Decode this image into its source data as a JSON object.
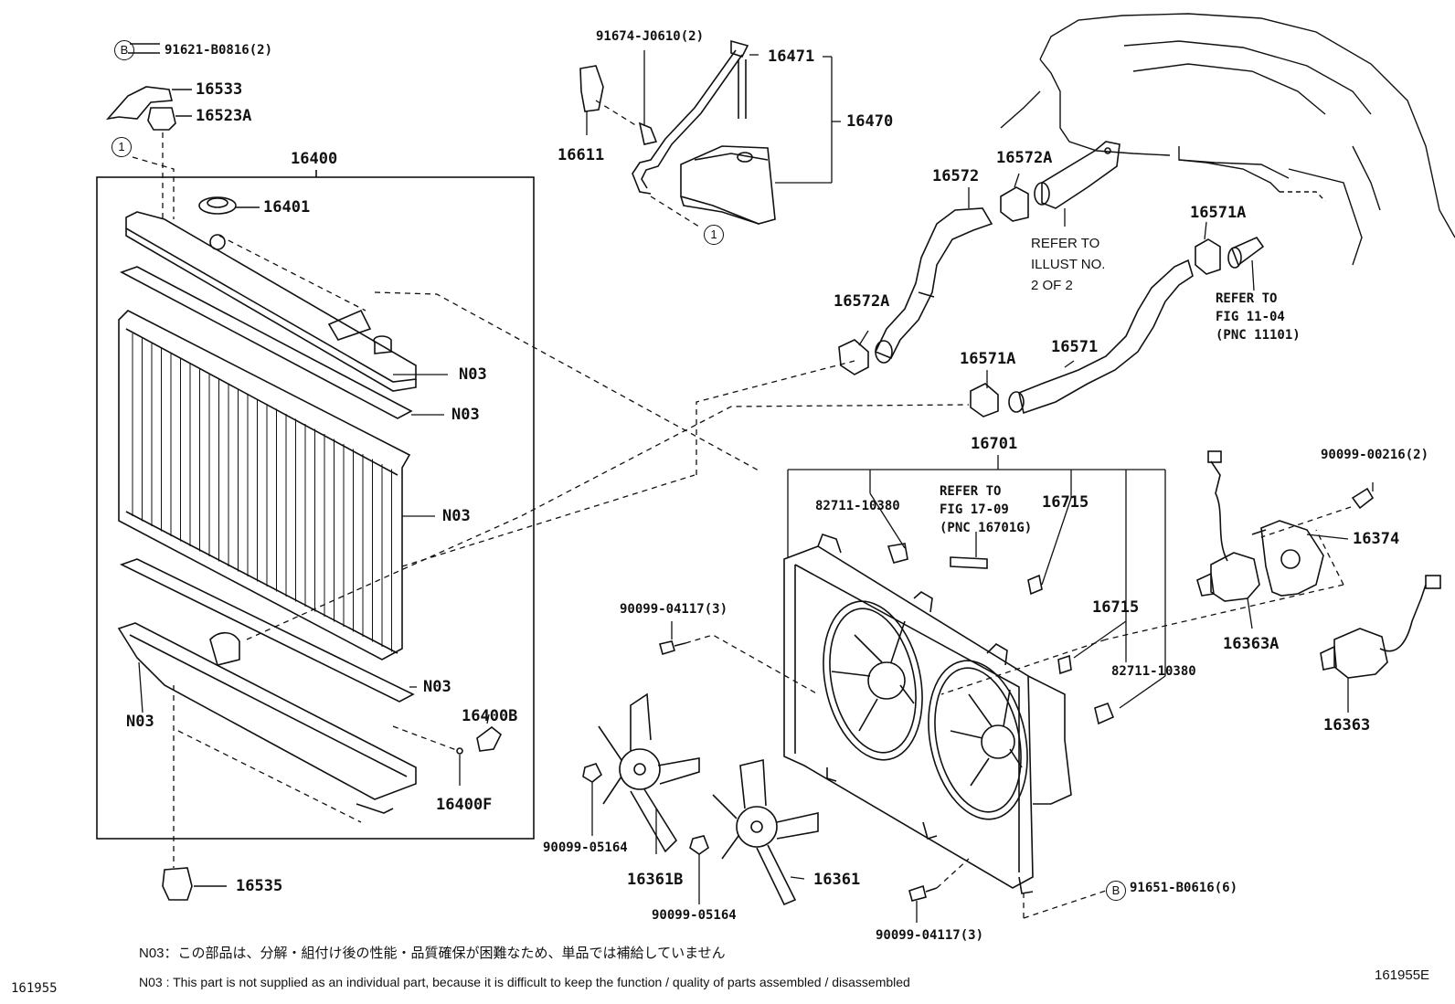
{
  "labels": {
    "p91621": "91621-B0816(2)",
    "p16533": "16533",
    "p16523A": "16523A",
    "p16400": "16400",
    "p16401": "16401",
    "n03_a": "N03",
    "n03_b": "N03",
    "n03_c": "N03",
    "n03_d": "N03",
    "n03_e": "N03",
    "p16400B": "16400B",
    "p16400F": "16400F",
    "p16535": "16535",
    "p91674": "91674-J0610(2)",
    "p16471": "16471",
    "p16470": "16470",
    "p16611": "16611",
    "p16572": "16572",
    "p16572A_a": "16572A",
    "p16572A_b": "16572A",
    "p16571A_a": "16571A",
    "p16571A_b": "16571A",
    "p16571": "16571",
    "p16701": "16701",
    "p82711_a": "82711-10380",
    "p82711_b": "82711-10380",
    "p16715_a": "16715",
    "p16715_b": "16715",
    "p90099_00216": "90099-00216(2)",
    "p16374": "16374",
    "p16363A": "16363A",
    "p16363": "16363",
    "p90099_04117_a": "90099-04117(3)",
    "p90099_04117_b": "90099-04117(3)",
    "p90099_05164_a": "90099-05164",
    "p90099_05164_b": "90099-05164",
    "p16361B": "16361B",
    "p16361": "16361",
    "p91651": "91651-B0616(6)"
  },
  "refers": {
    "illust_1": "REFER TO",
    "illust_2": "ILLUST NO.",
    "illust_3": "2 OF 2",
    "fig11_1": "REFER TO",
    "fig11_2": "FIG 11-04",
    "fig11_3": "(PNC 11101)",
    "fig17_1": "REFER TO",
    "fig17_2": "FIG 17-09",
    "fig17_3": "(PNC 16701G)"
  },
  "markers": {
    "b1": "B",
    "b2": "B",
    "one1": "1",
    "one2": "1"
  },
  "notes": {
    "jp": "N03：この部品は、分解・組付け後の性能・品質確保が困難なため、単品では補給していません",
    "en": "N03 : This part is not supplied as an individual part, because it is difficult to keep the function / quality of parts assembled / disassembled"
  },
  "codes": {
    "left": "161955",
    "right": "161955E"
  }
}
